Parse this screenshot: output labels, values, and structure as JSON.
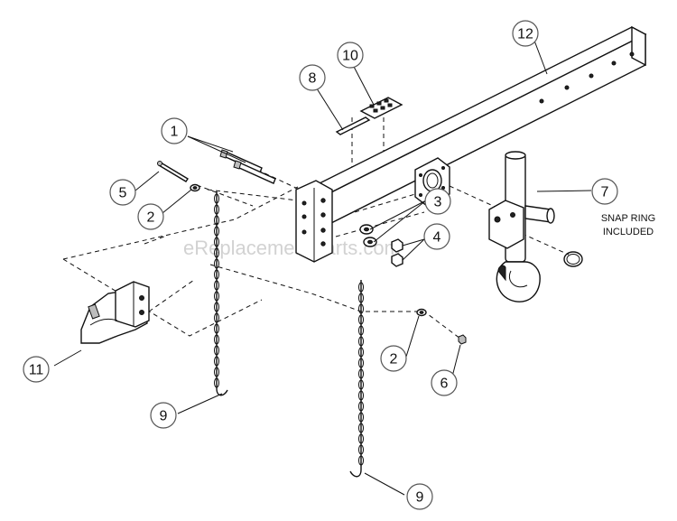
{
  "callouts": [
    {
      "id": "c1",
      "label": "1"
    },
    {
      "id": "c2a",
      "label": "2"
    },
    {
      "id": "c2b",
      "label": "2"
    },
    {
      "id": "c3",
      "label": "3"
    },
    {
      "id": "c4",
      "label": "4"
    },
    {
      "id": "c5",
      "label": "5"
    },
    {
      "id": "c6",
      "label": "6"
    },
    {
      "id": "c7",
      "label": "7"
    },
    {
      "id": "c8",
      "label": "8"
    },
    {
      "id": "c9a",
      "label": "9"
    },
    {
      "id": "c9b",
      "label": "9"
    },
    {
      "id": "c10",
      "label": "10"
    },
    {
      "id": "c11",
      "label": "11"
    },
    {
      "id": "c12",
      "label": "12"
    }
  ],
  "note": {
    "line1": "SNAP RING",
    "line2": "INCLUDED"
  },
  "watermark": "eReplacementParts.com"
}
